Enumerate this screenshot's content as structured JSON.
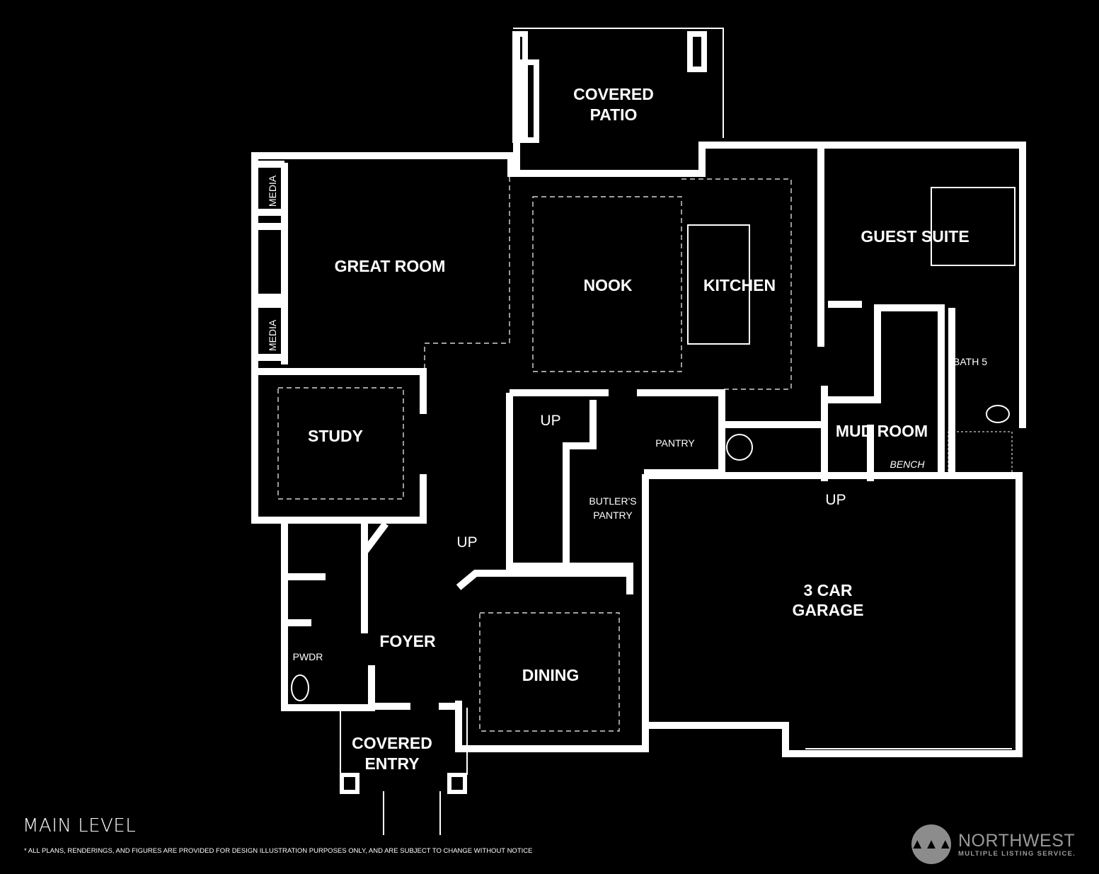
{
  "plan": {
    "level_title": "MAIN LEVEL",
    "disclaimer": "* ALL PLANS, RENDERINGS, AND FIGURES ARE PROVIDED FOR DESIGN ILLUSTRATION PURPOSES ONLY, AND ARE SUBJECT TO CHANGE WITHOUT NOTICE",
    "rooms": {
      "covered_patio_1": "COVERED",
      "covered_patio_2": "PATIO",
      "great_room": "GREAT ROOM",
      "nook": "NOOK",
      "kitchen": "KITCHEN",
      "guest_suite": "GUEST SUITE",
      "media_top": "MEDIA",
      "media_bottom": "MEDIA",
      "study": "STUDY",
      "up_stair": "UP",
      "pantry": "PANTRY",
      "mud_room": "MUD ROOM",
      "bench": "BENCH",
      "bath5": "BATH 5",
      "up_mud": "UP",
      "butlers_1": "BUTLER'S",
      "butlers_2": "PANTRY",
      "up_foyer": "UP",
      "garage_1": "3 CAR",
      "garage_2": "GARAGE",
      "foyer": "FOYER",
      "pwdr": "PWDR",
      "dining": "DINING",
      "covered_entry_1": "COVERED",
      "covered_entry_2": "ENTRY"
    }
  },
  "logo": {
    "name": "NORTHWEST",
    "subtitle": "MULTIPLE LISTING SERVICE."
  }
}
